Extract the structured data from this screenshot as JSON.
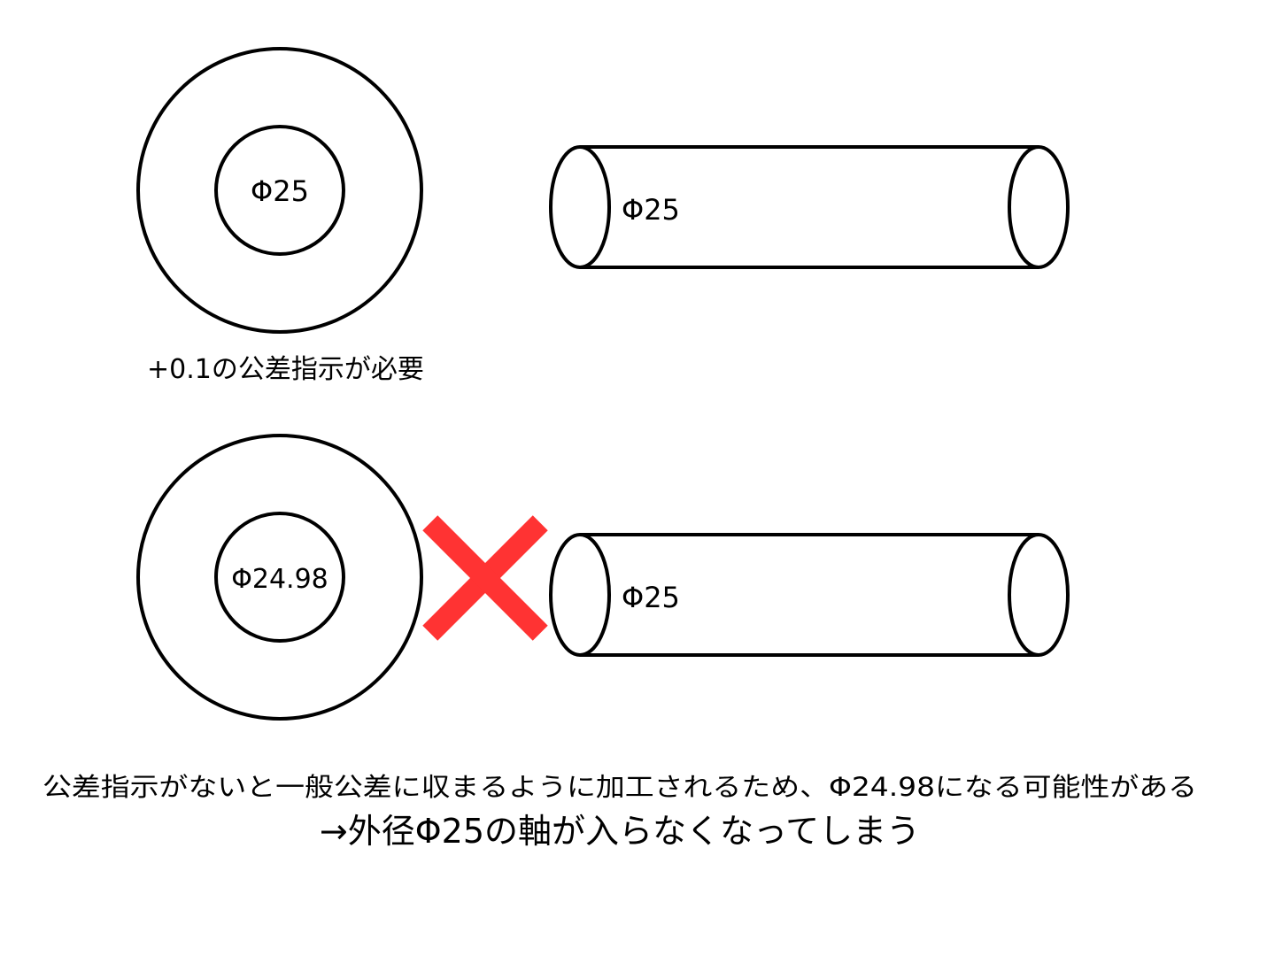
{
  "top": {
    "ring_hole_label": "Φ25",
    "shaft_label": "Φ25",
    "caption": "+0.1の公差指示が必要"
  },
  "bottom": {
    "ring_hole_label": "Φ24.98",
    "shaft_label": "Φ25",
    "mismatch_mark": "cross-mark-icon",
    "mismatch_color": "#ff3333"
  },
  "explanation": {
    "line1": "公差指示がないと一般公差に収まるように加工されるため、Φ24.98になる可能性がある",
    "line2": "→外径Φ25の軸が入らなくなってしまう"
  }
}
